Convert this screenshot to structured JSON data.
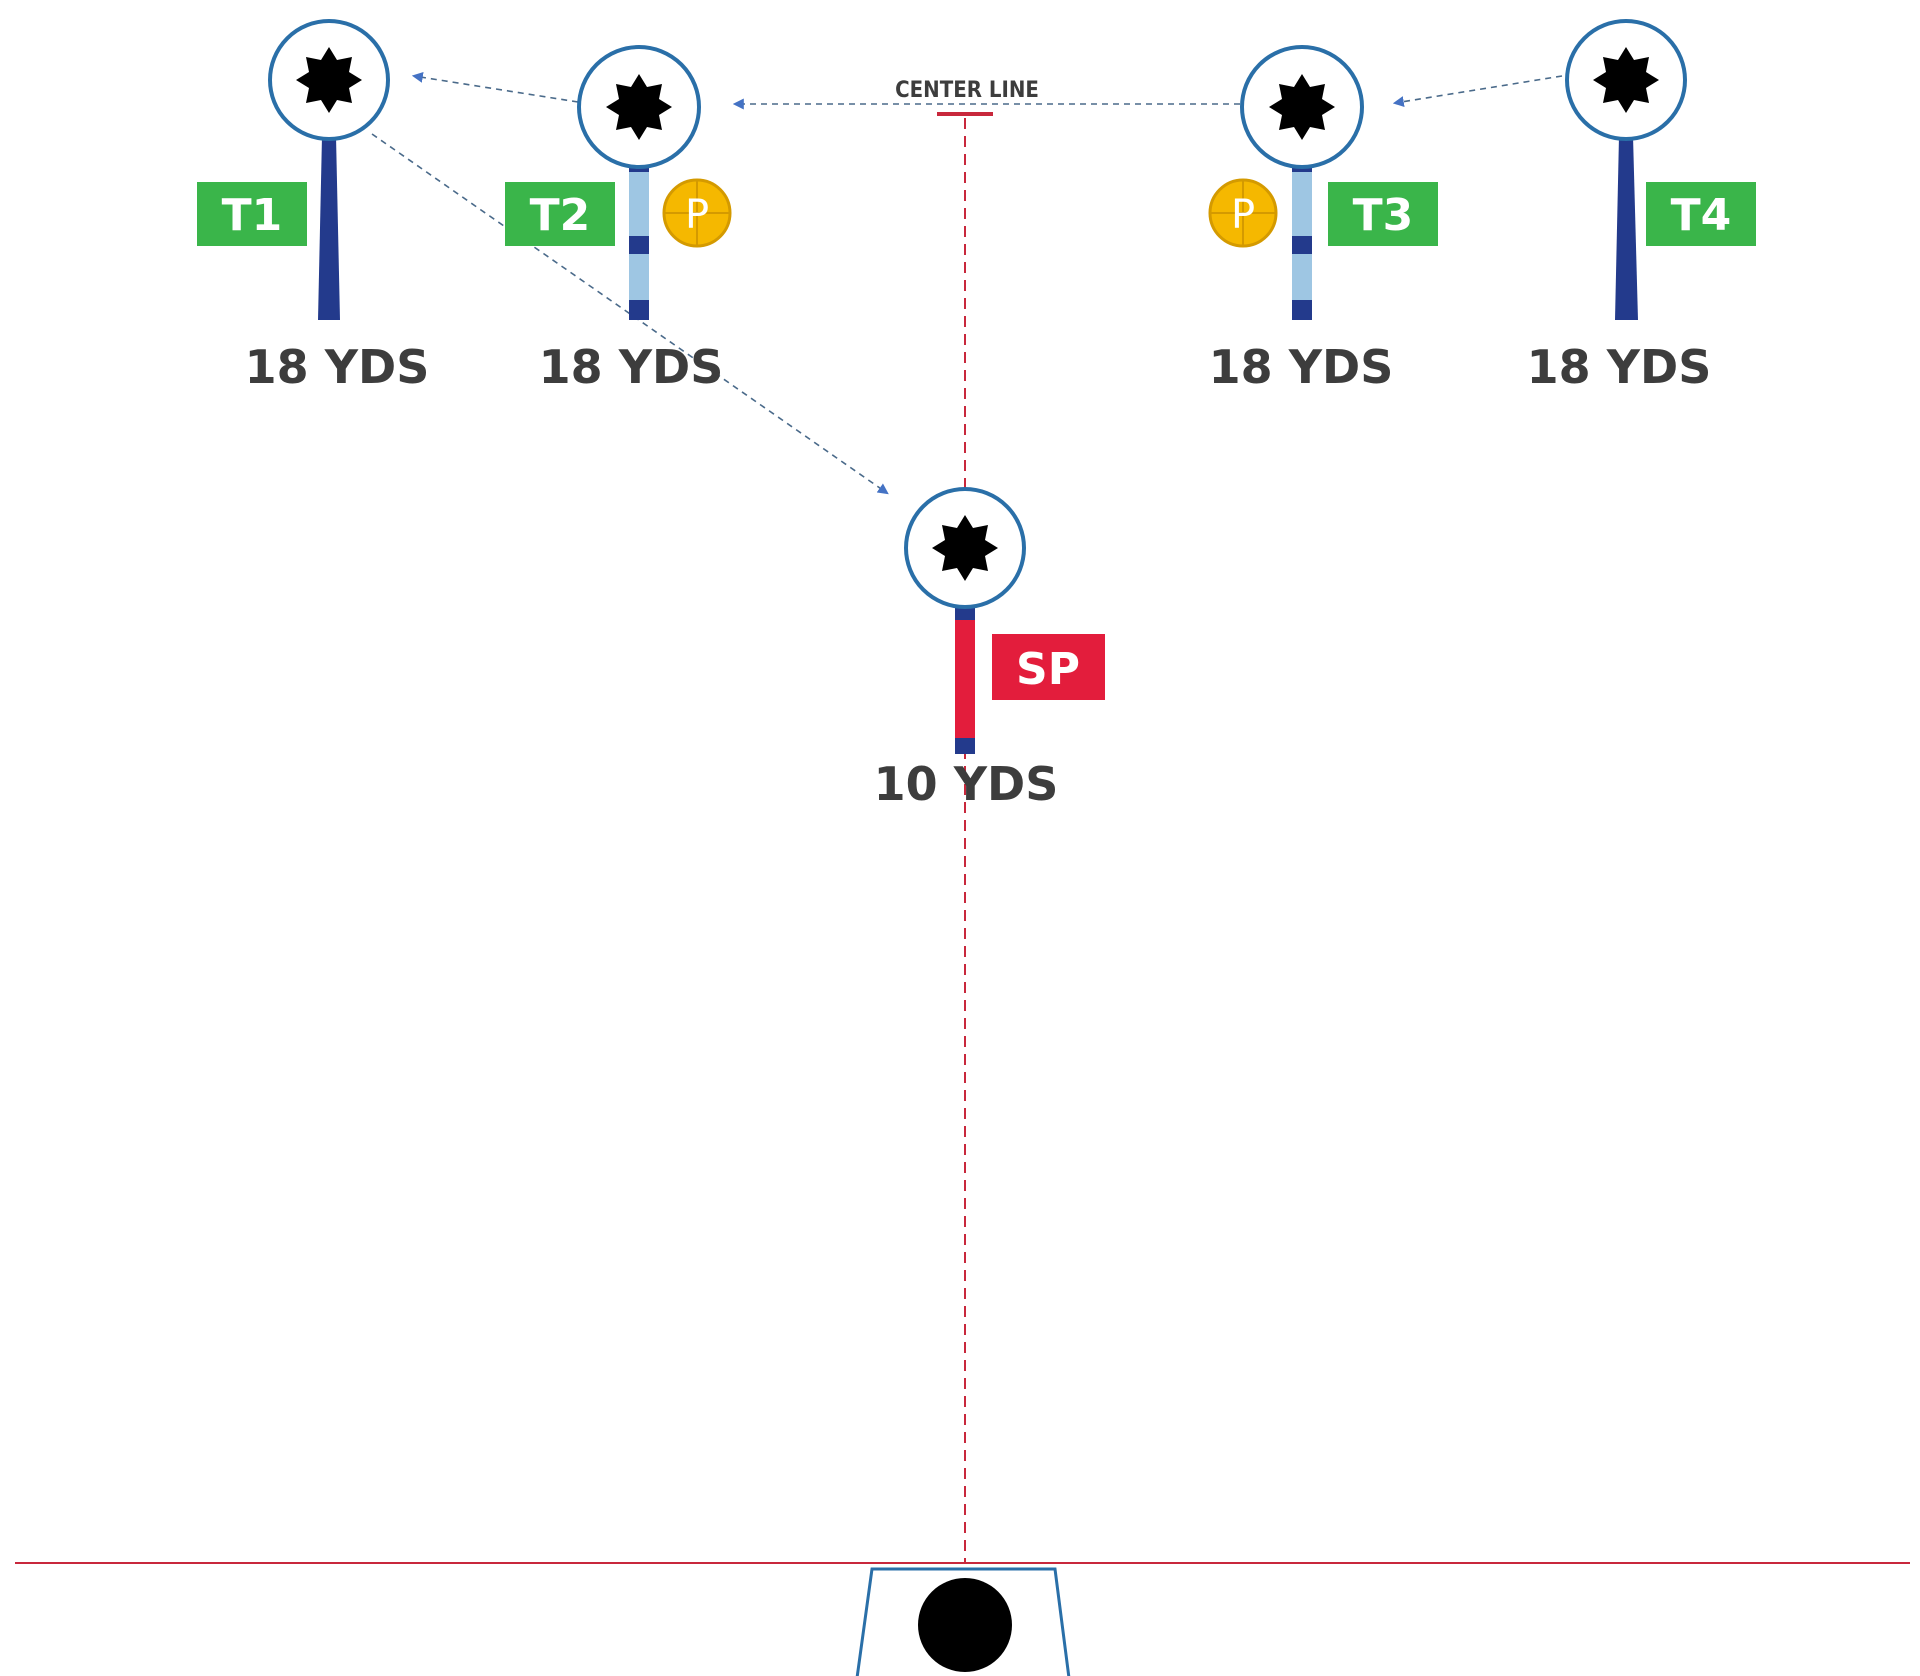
{
  "center_line": {
    "label": "CENTER LINE"
  },
  "targets": [
    {
      "id": "T1",
      "label": "T1",
      "distance": "18 YDS",
      "pole": "solid",
      "flag_color": "#3ab54a"
    },
    {
      "id": "T2",
      "label": "T2",
      "distance": "18 YDS",
      "pole": "striped",
      "flag_color": "#3ab54a",
      "marker": "P"
    },
    {
      "id": "T3",
      "label": "T3",
      "distance": "18 YDS",
      "pole": "striped",
      "flag_color": "#3ab54a",
      "marker": "P"
    },
    {
      "id": "T4",
      "label": "T4",
      "distance": "18 YDS",
      "pole": "solid",
      "flag_color": "#3ab54a"
    }
  ],
  "start_point": {
    "label": "SP",
    "distance": "10 YDS",
    "flag_color": "#e31d3c"
  },
  "colors": {
    "ring": "#2a6fa8",
    "pole_dark": "#233a8c",
    "pole_light": "#9ec6e3",
    "pole_red": "#e31d3c",
    "arrow": "#4472c4",
    "center_line": "#c8283c",
    "marker": "#f5b800",
    "marker_stroke": "#d49a00",
    "tee_box": "#2a6fa8",
    "ball": "#000000"
  },
  "icons": {
    "target_face": "eight-point-star-icon",
    "marker": "crosshair-p-icon",
    "ball": "ball-icon"
  }
}
